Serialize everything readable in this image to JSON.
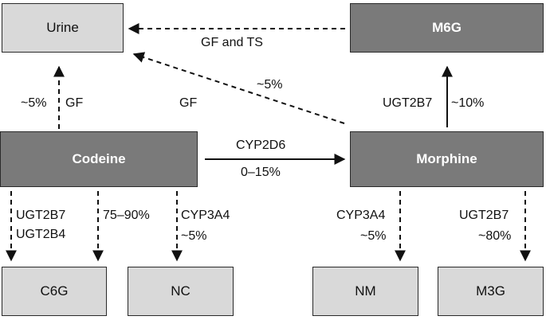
{
  "nodes": {
    "urine": "Urine",
    "m6g": "M6G",
    "codeine": "Codeine",
    "morphine": "Morphine",
    "c6g": "C6G",
    "nc": "NC",
    "nm": "NM",
    "m3g": "M3G"
  },
  "edges": {
    "m6g_to_urine": "GF and TS",
    "morphine_to_urine_pct": "~5%",
    "morphine_to_urine_route": "GF",
    "codeine_to_urine_pct": "~5%",
    "codeine_to_urine_route": "GF",
    "morphine_to_m6g_enzyme": "UGT2B7",
    "morphine_to_m6g_pct": "~10%",
    "codeine_to_morphine_enzyme": "CYP2D6",
    "codeine_to_morphine_pct": "0–15%",
    "codeine_to_c6g_enzyme1": "UGT2B7",
    "codeine_to_c6g_enzyme2": "UGT2B4",
    "codeine_to_c6g_pct": "75–90%",
    "codeine_to_nc_enzyme": "CYP3A4",
    "codeine_to_nc_pct": "~5%",
    "morphine_to_nm_enzyme": "CYP3A4",
    "morphine_to_nm_pct": "~5%",
    "morphine_to_m3g_enzyme": "UGT2B7",
    "morphine_to_m3g_pct": "~80%"
  },
  "colors": {
    "light_box": "#d9d9d9",
    "dark_box": "#7a7a7a",
    "line": "#111111"
  }
}
